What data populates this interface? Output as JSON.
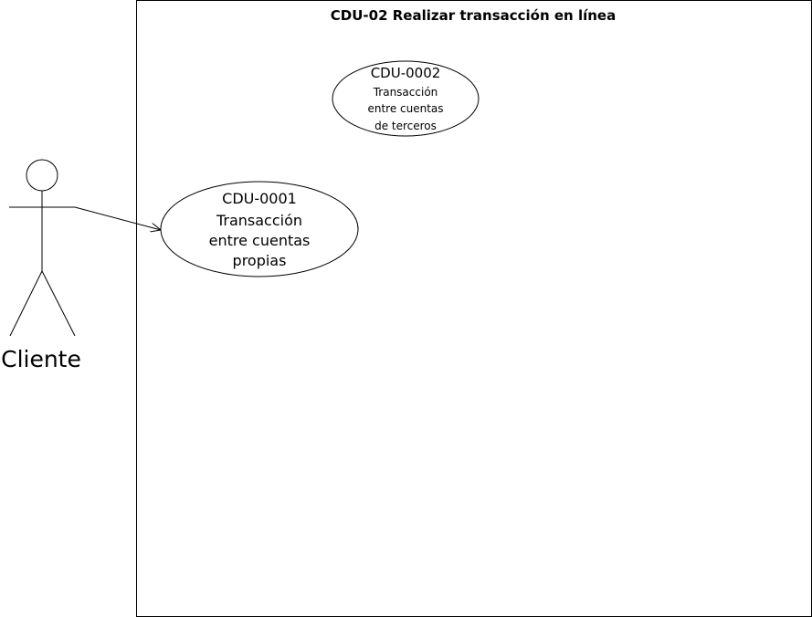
{
  "system_boundary": {
    "title": "CDU-02 Realizar transacción en línea"
  },
  "actor": {
    "label": "Cliente"
  },
  "use_cases": [
    {
      "id": "CDU-0001",
      "lines": [
        "Transacción",
        "entre cuentas",
        "propias"
      ]
    },
    {
      "id": "CDU-0002",
      "lines": [
        "Transacción",
        "entre cuentas",
        "de terceros"
      ]
    }
  ],
  "colors": {
    "stroke": "#000000",
    "background": "#ffffff"
  }
}
